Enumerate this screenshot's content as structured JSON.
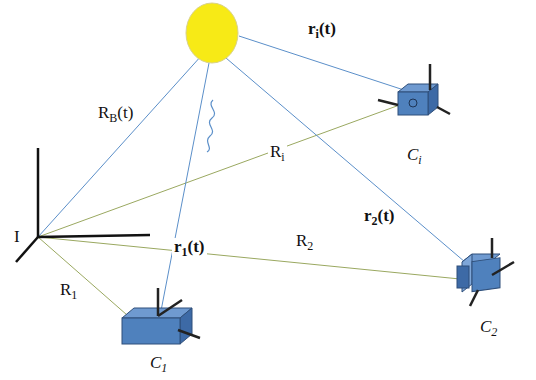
{
  "diagram": {
    "labels": [
      "RB(t)",
      "ri(t)",
      "Ri",
      "R2",
      "r1(t)",
      "r2(t)",
      "R1",
      "I",
      "Ci",
      "C2",
      "C1"
    ]
  }
}
